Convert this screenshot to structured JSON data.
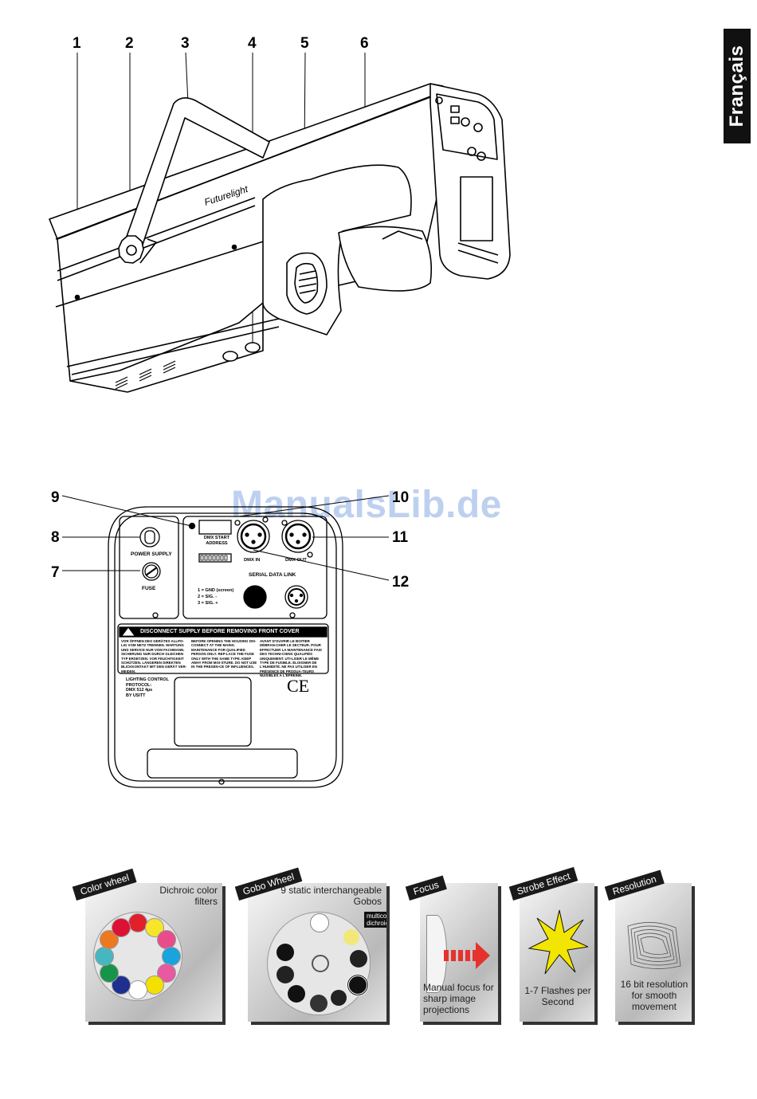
{
  "language_tab": "Français",
  "watermark": "ManualsLib.de",
  "callouts_top": [
    "1",
    "2",
    "3",
    "4",
    "5",
    "6"
  ],
  "callouts_bottom": [
    "9",
    "10",
    "8",
    "11",
    "7",
    "12"
  ],
  "device": {
    "brand": "Futurelight"
  },
  "back_panel": {
    "power_supply": "POWER SUPPLY",
    "fuse": "FUSE",
    "dmx_start_address": "DMX START ADDRESS",
    "dmx_in": "DMX IN",
    "dmx_out": "DMX OUT",
    "serial_data_link": "SERIAL DATA LINK",
    "pin_1": "1 = GND (screen)",
    "pin_2": "2 = SIG. -",
    "pin_3": "3 = SIG. +",
    "warning": "DISCONNECT SUPPLY BEFORE REMOVING FRONT COVER",
    "warning_de": "VOR ÖFFNEN DES GERÄTES ALLPO-LIG VOM NETZ TRENNEN. WARTUNG UND SERVICE NUR VOM FACHMANN. SICHERUNG NUR DURCH GLEICHEN TYP ERSETZEN. VOR FEUCHTIGKEIT SCHÜTZEN. LÄNGEREN DIREKTEN BLICKKONTAKT MIT DEN GERÄT VER-MEIDEN.",
    "warning_en": "BEFORE OPENING THE HOUSING DIS-CONNECT AT THE MAINS. MAINTENANCE FOR QUALIFIED PERSON ONLY. REP-LACE THE FUSE ONLY WITH THE SAME TYPE. KEEP AWAY FROM MOI-STURE. DO NOT USE IN THE PRESEN-CE OF INFLUENCES.",
    "warning_fr": "AVANT D'OUVRIR LE BOITIER DÉBRAN-CHER LE SECTEUR. POUR EFFECTUER LA MAINTENANCE FAIS DES TECHNI-CIENS QUALIFIÉS UNIQUEMENT. UTI-LISER LE MÊME TYPE DE FUSIBLE. ELOIGNER DE L'HUMIDITÉ. NE PAS UTILISER EN PRÉSENCE DE PRODUA-TEURS NUISIBLES À L'EPREINE.",
    "protocol_lines": [
      "LIGHTING CONTROL",
      "PROTOCOL:",
      "DMX 512  4µs",
      "BY USITT"
    ],
    "ce_mark": "CE"
  },
  "features": [
    {
      "title": "Color wheel",
      "text": "Dichroic color filters"
    },
    {
      "title": "Gobo Wheel",
      "text": "9 static interchangeable Gobos",
      "tag": "multicolor dichroic gobo"
    },
    {
      "title": "Focus",
      "text": "Manual focus for sharp image projections"
    },
    {
      "title": "Strobe Effect",
      "text": "1-7 Flashes per Second"
    },
    {
      "title": "Resolution",
      "text": "16 bit resolution for smooth movement"
    }
  ],
  "colors": {
    "wheel_filters": [
      "#e2202c",
      "#f7e52a",
      "#e84c8b",
      "#1aa3dd",
      "#e85aa0",
      "#f4e000",
      "#ffffff",
      "#1f2f8f",
      "#16944b",
      "#46b7c0",
      "#ee7722",
      "#dd1133"
    ]
  }
}
